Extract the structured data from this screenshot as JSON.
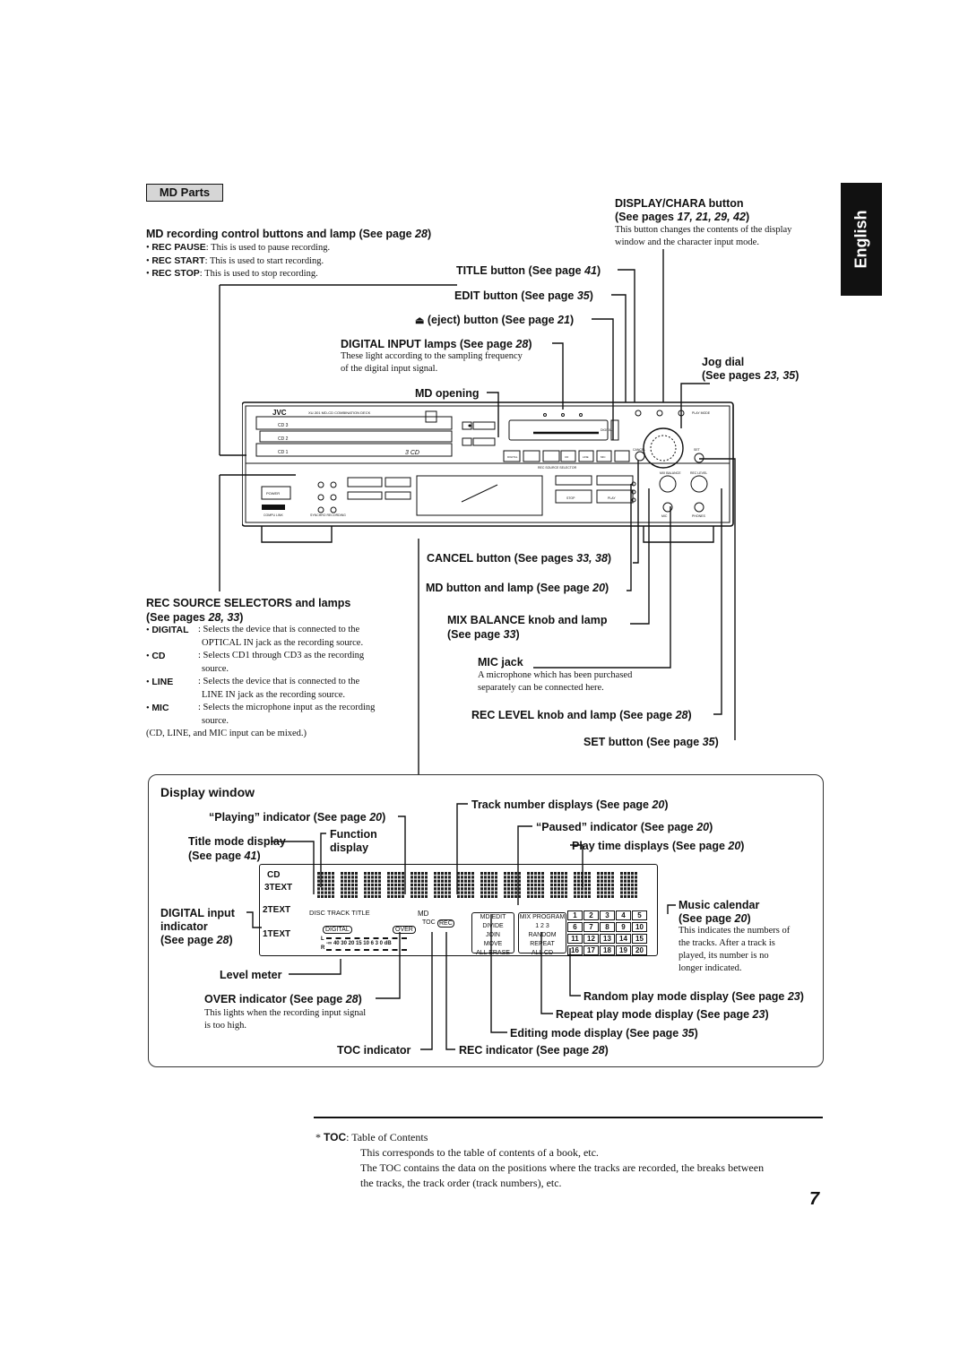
{
  "language_tab": "English",
  "section_title": "MD Parts",
  "md_recording": {
    "heading": "MD recording control buttons and lamp (See page ",
    "page": "28",
    "close": ")",
    "items": [
      {
        "key": "REC PAUSE",
        "text": ": This is used to pause recording."
      },
      {
        "key": "REC START",
        "text": ":  This is used to start recording."
      },
      {
        "key": "REC STOP",
        "text": ":   This is used to stop recording."
      }
    ]
  },
  "display_chara": {
    "line1": "DISPLAY/CHARA button",
    "line2": "(See pages ",
    "pages": "17, 21, 29, 42",
    "close": ")",
    "desc1": "This button changes the contents of the display",
    "desc2": "window and the character input mode."
  },
  "title_button": {
    "label": "TITLE button (See page ",
    "page": "41",
    "close": ")"
  },
  "edit_button": {
    "label": "EDIT button (See page ",
    "page": "35",
    "close": ")"
  },
  "eject_button": {
    "label": " (eject) button (See page ",
    "page": "21",
    "close": ")"
  },
  "digital_input_lamps": {
    "label": "DIGITAL INPUT lamps (See page ",
    "page": "28",
    "close": ")",
    "desc1": "These light according to the sampling frequency",
    "desc2": "of the digital input signal."
  },
  "jog_dial": {
    "line1": "Jog dial",
    "line2": "(See pages ",
    "pages": "23, 35",
    "close": ")"
  },
  "md_opening": "MD opening",
  "device": {
    "brand": "JVC",
    "model": "XU-301  MD-CD COMBINATION DECK",
    "cd3": "CD 3",
    "cd2": "CD 2",
    "cd1": "CD 1",
    "power": "POWER",
    "three_cd": "3 CD",
    "sync": "SYNCHRO RECORDING",
    "compulink": "COMPU LINK",
    "play_mode": "PLAY MODE",
    "set": "SET",
    "cancel": "CANCEL",
    "rec_level": "REC LEVEL",
    "mix_balance": "MIX BALANCE",
    "mic": "MIC",
    "phones": "PHONES",
    "rec_source": "REC SOURCE SELECTOR",
    "digital": "DIGITAL",
    "cd": "CD",
    "line": "LINE",
    "mic_sel": "MIC",
    "dc": "DIGITAL",
    "play": "PLAY",
    "stop": "STOP"
  },
  "cancel_button": {
    "label": "CANCEL button (See pages ",
    "pages": "33, 38",
    "close": ")"
  },
  "md_button_lamp": {
    "label": "MD button and lamp (See page ",
    "page": "20",
    "close": ")"
  },
  "mix_balance": {
    "line1": "MIX BALANCE knob and lamp",
    "line2": "(See page ",
    "page": "33",
    "close": ")"
  },
  "mic_jack": {
    "label": "MIC jack",
    "desc1": "A microphone which has been purchased",
    "desc2": "separately can be connected here."
  },
  "rec_level": {
    "label": "REC LEVEL knob and lamp (See page ",
    "page": "28",
    "close": ")"
  },
  "set_button": {
    "label": "SET button (See page ",
    "page": "35",
    "close": ")"
  },
  "rec_source": {
    "line1": "REC SOURCE SELECTORS and lamps",
    "line2": "(See pages ",
    "pages": "28, 33",
    "close": ")",
    "items": [
      {
        "key": "DIGITAL",
        "l1": ":  Selects the device that is connected to the",
        "l2": "OPTICAL IN jack as the recording source."
      },
      {
        "key": "CD",
        "l1": ":  Selects CD1 through CD3 as the recording",
        "l2": "source."
      },
      {
        "key": "LINE",
        "l1": ":  Selects the device that is connected to the",
        "l2": "LINE IN jack as the recording source."
      },
      {
        "key": "MIC",
        "l1": ":  Selects the microphone input as the recording",
        "l2": "source."
      }
    ],
    "note": "(CD, LINE, and MIC input can be mixed.)"
  },
  "display_window": {
    "title": "Display window",
    "track_number": {
      "label": "Track number displays (See page ",
      "page": "20",
      "close": ")"
    },
    "playing": {
      "label": "“Playing” indicator (See page ",
      "page": "20",
      "close": ")"
    },
    "paused": {
      "label": "“Paused” indicator (See page ",
      "page": "20",
      "close": ")"
    },
    "title_mode": {
      "line1": "Title mode display",
      "line2": "(See page ",
      "page": "41",
      "close": ")"
    },
    "function_display": {
      "line1": "Function",
      "line2": "display"
    },
    "play_time": {
      "label": "Play time displays (See page ",
      "page": "20",
      "close": ")"
    },
    "digital_input": {
      "line1": "DIGITAL input",
      "line2": "indicator",
      "line3": "(See page ",
      "page": "28",
      "close": ")"
    },
    "music_calendar": {
      "line1": "Music calendar",
      "line2": "(See page ",
      "page": "20",
      "close": ")",
      "desc": [
        "This indicates the numbers of",
        "the tracks.  After a track is",
        "played, its number is no",
        "longer indicated."
      ]
    },
    "level_meter": "Level meter",
    "over_indicator": {
      "label": "OVER indicator (See page ",
      "page": "28",
      "close": ")",
      "desc1": "This lights when the recording input signal",
      "desc2": "is too high."
    },
    "random_play": {
      "label": "Random play mode display (See page ",
      "page": "23",
      "close": ")"
    },
    "repeat_play": {
      "label": "Repeat play mode display (See page ",
      "page": "23",
      "close": ")"
    },
    "editing_mode": {
      "label": "Editing mode display (See page ",
      "page": "35",
      "close": ")"
    },
    "toc_indicator": "TOC indicator",
    "rec_indicator": {
      "label": "REC indicator (See page ",
      "page": "28",
      "close": ")"
    },
    "lcd": {
      "cd": "CD",
      "text3": "3TEXT",
      "text2": "2TEXT",
      "text1": "1TEXT",
      "disc_track_title": "DISC  TRACK  TITLE",
      "md": "MD",
      "digital": "DIGITAL",
      "over": "OVER",
      "toc": "TOC",
      "rec": "REC",
      "meter_l": "L",
      "meter_r": "R",
      "meter_scale": "-∞ 40 30 20 15 10  6  3  0 dB",
      "md_edit": "MD EDIT",
      "divide": "DIVIDE",
      "join": "JOIN",
      "move": "MOVE",
      "all_erase": "ALL ERASE",
      "mix_program": "MIX PROGRAM",
      "cd_nums": "1   2   3",
      "random": "RANDOM",
      "repeat": "REPEAT",
      "all_cd": "ALL CD",
      "calendar": [
        "1",
        "2",
        "3",
        "4",
        "5",
        "6",
        "7",
        "8",
        "9",
        "10",
        "11",
        "12",
        "13",
        "14",
        "15",
        "16",
        "17",
        "18",
        "19",
        "20"
      ]
    }
  },
  "toc_note": {
    "star": "* ",
    "key": "TOC",
    "text": ":  Table of Contents",
    "line2": "This corresponds to the table of contents of a book, etc.",
    "line3": "The TOC contains the data on the positions where the tracks are recorded, the breaks between",
    "line4": "the tracks, the track order (track numbers), etc."
  },
  "page_number": "7"
}
